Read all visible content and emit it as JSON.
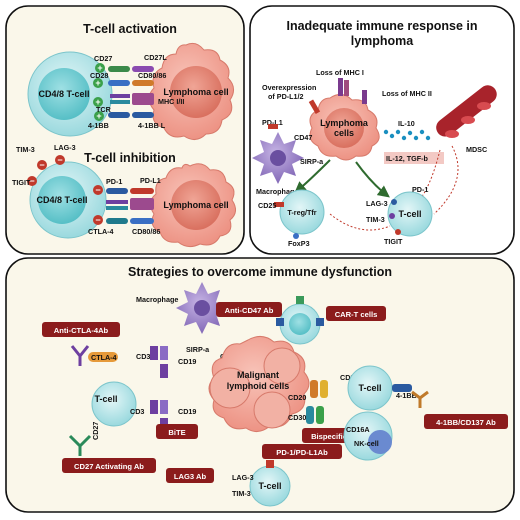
{
  "panel_activation": {
    "title": "T-cell activation",
    "t_cell": "CD4/8 T-cell",
    "lymphoma": "Lymphoma cell",
    "left_labels": [
      "CD27",
      "CD28",
      "TCR",
      "4-1BB"
    ],
    "right_labels": [
      "CD27L",
      "CD80/86",
      "MHC I/II",
      "4-1BB L"
    ]
  },
  "panel_inhibition": {
    "title": "T-cell inhibition",
    "t_cell": "CD4/8 T-cell",
    "lymphoma": "Lymphoma cell",
    "checkpoints": [
      "TIM-3",
      "LAG-3",
      "TIGIT"
    ],
    "left_labels": [
      "PD-1",
      "CTLA-4"
    ],
    "right_labels": [
      "PD-L1",
      "CD80/86"
    ]
  },
  "panel_inadequate": {
    "title_line1": "Inadequate immune response in",
    "title_line2": "lymphoma",
    "loss_mhc1": "Loss of MHC I",
    "overexpression_line1": "Overexpression",
    "overexpression_line2": "of PD-L1/2",
    "loss_mhc2": "Loss of MHC II",
    "pdl1": "PD-L1",
    "cd47": "CD47",
    "lymphoma_cells_line1": "Lymphoma",
    "lymphoma_cells_line2": "cells",
    "il10": "IL-10",
    "mdsc": "MDSC",
    "sirpa": "SIRP-a",
    "macrophage": "Macrophage",
    "il12_tgfb": "IL-12, TGF-b",
    "pd1": "PD-1",
    "lag3": "LAG-3",
    "tim3": "TIM-3",
    "tigit": "TIGIT",
    "cd25": "CD25",
    "treg": "T-reg/Tfr",
    "foxp3": "FoxP3",
    "tcell": "T-cell"
  },
  "panel_strategies": {
    "title": "Strategies to overcome immune dysfunction",
    "macrophage": "Macrophage",
    "sirpa": "SIRP-a",
    "cd47": "CD47",
    "anti_cd47": "Anti-CD47 Ab",
    "car_t": "CAR-T cells",
    "anti_ctla4": "Anti-CTLA-4Ab",
    "ctla4": "CTLA-4",
    "cd3": "CD3",
    "cd19": "CD19",
    "malignant_line1": "Malignant",
    "malignant_line2": "lymphoid cells",
    "cd20": "CD20",
    "tcell": "T-cell",
    "cd27": "CD27",
    "bite": "BiTE",
    "cd30": "CD30",
    "cd16a": "CD16A",
    "nk_cell": "NK-cell",
    "bispecific": "Bispecific Ab",
    "four_1bb": "4-1BB",
    "four_1bb_ab": "4-1BB/CD137 Ab",
    "cd27_ab": "CD27 Activating Ab",
    "pd1_ab": "PD-1/PD-L1Ab",
    "lag3_ab": "LAG3 Ab",
    "lag3": "LAG-3",
    "tim3": "TIM-3"
  },
  "colors": {
    "tcell_fill": "#bfe7ea",
    "tcell_nucleus": "#7ccfd5",
    "tumor_fill": "#f1a79a",
    "tumor_nucleus": "#e5877a",
    "panel_bg": "#faf7ea",
    "badge": "#8b1c1c",
    "macrophage": "#9a7ec4",
    "mdsc": "#a8232b"
  }
}
